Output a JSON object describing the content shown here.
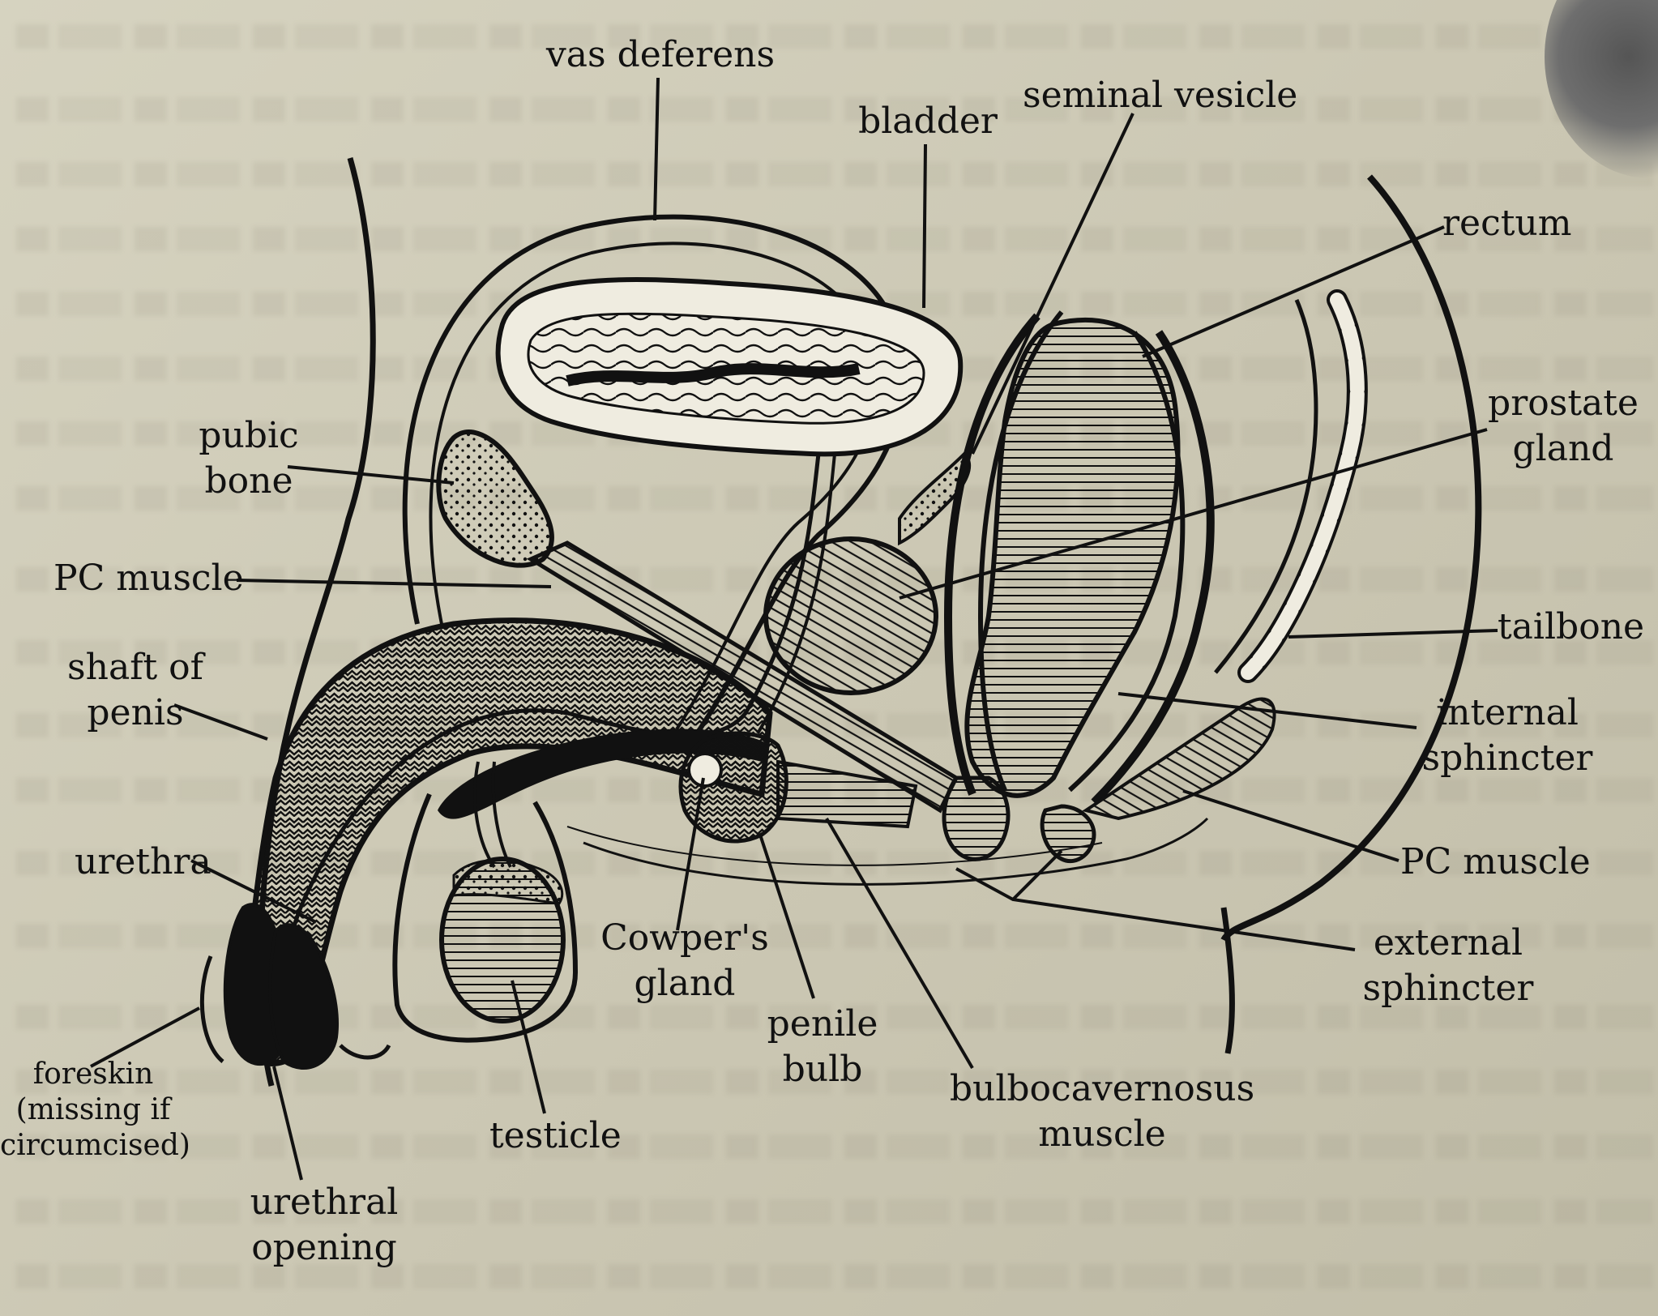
{
  "labels": {
    "vas_deferens": "vas deferens",
    "bladder": "bladder",
    "seminal_vesicle": "seminal vesicle",
    "rectum": "rectum",
    "prostate_gland": [
      "prostate",
      "gland"
    ],
    "pubic_bone": [
      "pubic",
      "bone"
    ],
    "pc_muscle_left": "PC muscle",
    "shaft_of_penis": [
      "shaft of",
      "penis"
    ],
    "tailbone": "tailbone",
    "internal_sphincter": [
      "internal",
      "sphincter"
    ],
    "pc_muscle_right": "PC muscle",
    "urethra": "urethra",
    "external_sphincter": [
      "external",
      "sphincter"
    ],
    "cowpers_gland": [
      "Cowper's",
      "gland"
    ],
    "penile_bulb": [
      "penile",
      "bulb"
    ],
    "bulbocavernosus_muscle": [
      "bulbocavernosus",
      "muscle"
    ],
    "foreskin": [
      "foreskin",
      "(missing if",
      "circumcised)"
    ],
    "testicle": "testicle",
    "urethral_opening": [
      "urethral",
      "opening"
    ]
  }
}
